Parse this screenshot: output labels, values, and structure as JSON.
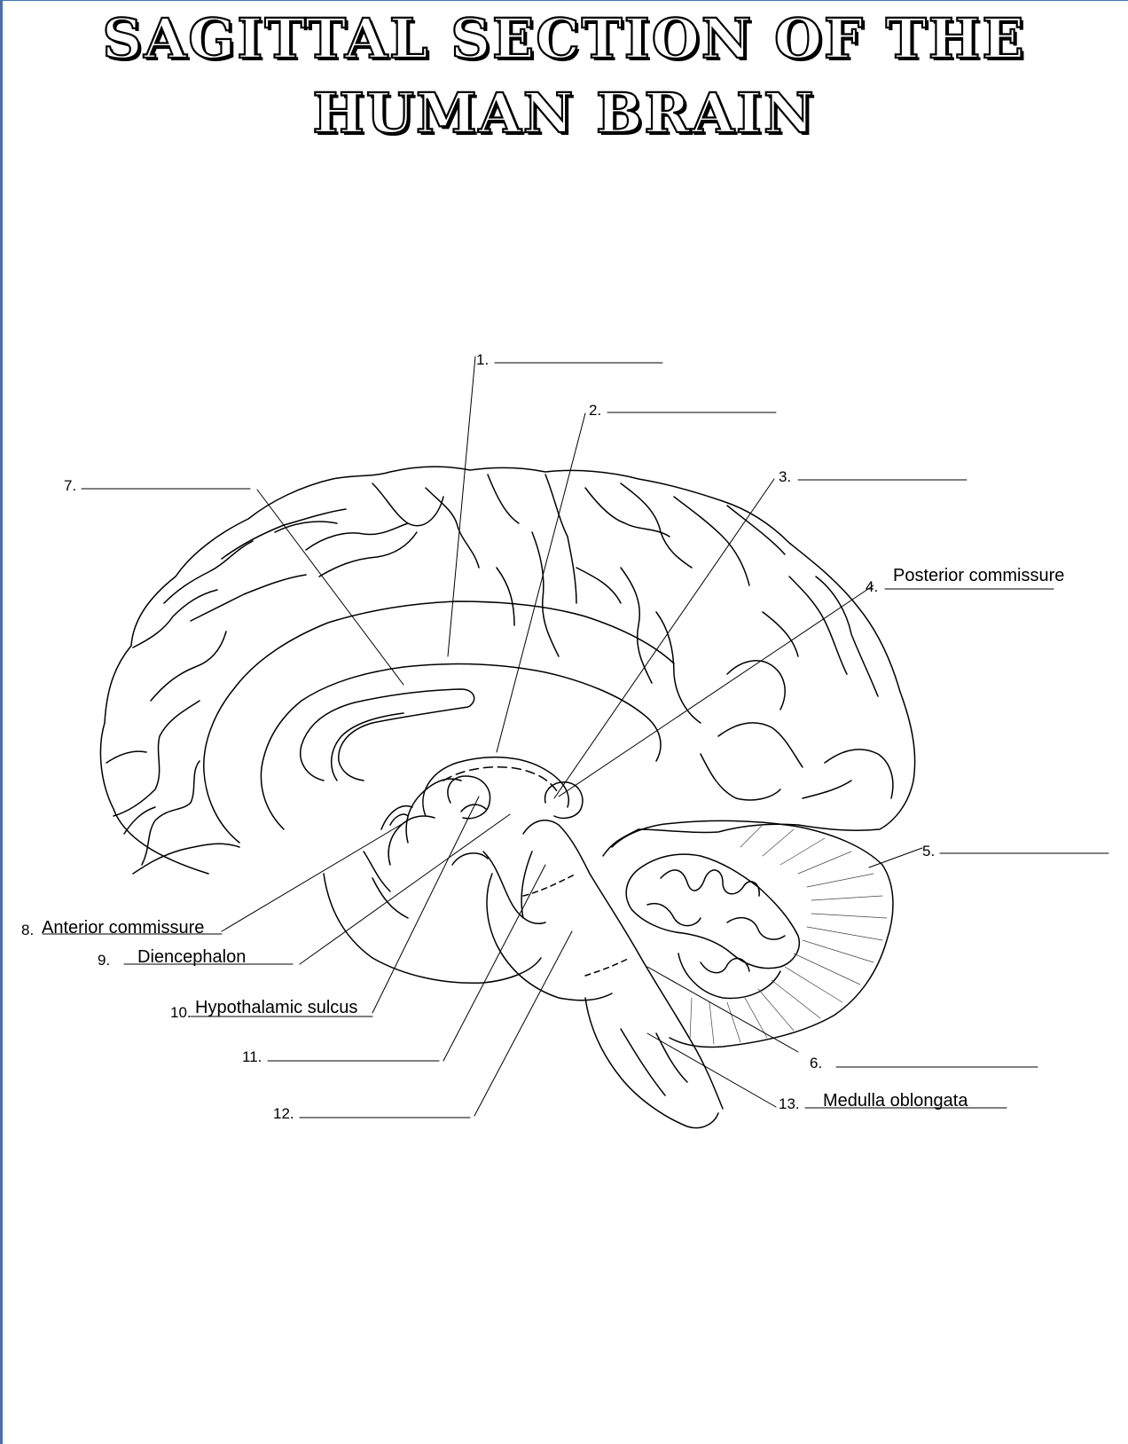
{
  "title": {
    "line1": "SAGITTAL SECTION OF THE",
    "line2": "HUMAN BRAIN"
  },
  "labels": [
    {
      "number": "1.",
      "answer": ""
    },
    {
      "number": "2.",
      "answer": ""
    },
    {
      "number": "3.",
      "answer": ""
    },
    {
      "number": "4.",
      "answer": "Posterior commissure"
    },
    {
      "number": "5.",
      "answer": ""
    },
    {
      "number": "6.",
      "answer": ""
    },
    {
      "number": "7.",
      "answer": ""
    },
    {
      "number": "8.",
      "answer": "Anterior commissure"
    },
    {
      "number": "9.",
      "answer": "Diencephalon"
    },
    {
      "number": "10.",
      "answer": "Hypothalamic sulcus"
    },
    {
      "number": "11.",
      "answer": ""
    },
    {
      "number": "12.",
      "answer": ""
    },
    {
      "number": "13.",
      "answer": "Medulla oblongata"
    }
  ]
}
